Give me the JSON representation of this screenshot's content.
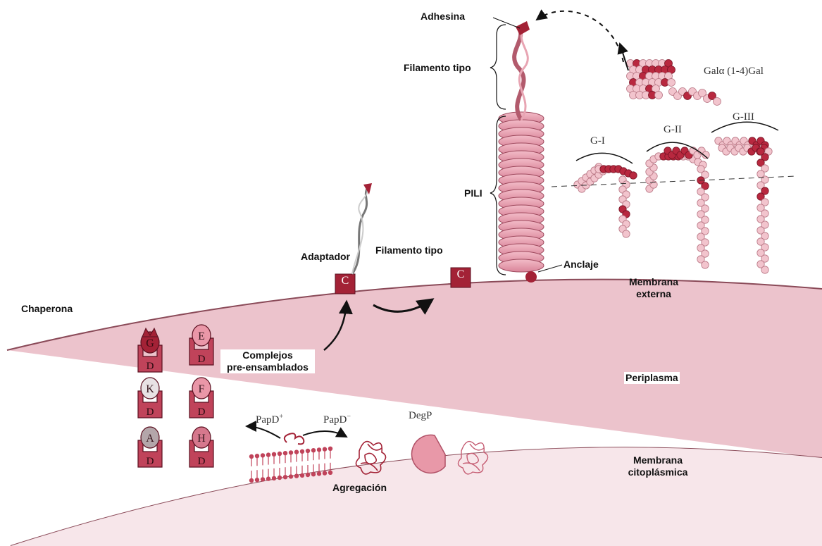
{
  "labels": {
    "adhesina": "Adhesina",
    "filamento_tipo_top": "Filamento tipo",
    "pili": "PILI",
    "adaptador": "Adaptador",
    "filamento_tipo_mid": "Filamento tipo",
    "anclaje": "Anclaje",
    "membrana_externa_1": "Membrana",
    "membrana_externa_2": "externa",
    "chaperona": "Chaperona",
    "complejos_1": "Complejos",
    "complejos_2": "pre-ensamblados",
    "periplasma": "Periplasma",
    "membrana_citoplasmica_1": "Membrana",
    "membrana_citoplasmica_2": "citoplásmica",
    "agregacion": "Agregación",
    "papd_plus": "PapD",
    "papd_plus_sup": "+",
    "papd_minus": "PapD",
    "papd_minus_sup": "−",
    "degp": "DegP",
    "gala": "Galα (1-4)Gal",
    "g1": "G-I",
    "g2": "G-II",
    "g3": "G-III",
    "c1": "C",
    "c2": "C"
  },
  "chaperone_complexes": [
    {
      "letter": "G",
      "chaperone": "D"
    },
    {
      "letter": "E",
      "chaperone": "D"
    },
    {
      "letter": "K",
      "chaperone": "D"
    },
    {
      "letter": "F",
      "chaperone": "D"
    },
    {
      "letter": "A",
      "chaperone": "D"
    },
    {
      "letter": "H",
      "chaperone": "D"
    }
  ],
  "colors": {
    "periplasm": "#ecc3cc",
    "membrane_edge": "#8a4a58",
    "dark_red": "#a32236",
    "pilus_disc": "#e89aac",
    "bead": "#f2c4cd",
    "bead_dark": "#b8283f"
  }
}
